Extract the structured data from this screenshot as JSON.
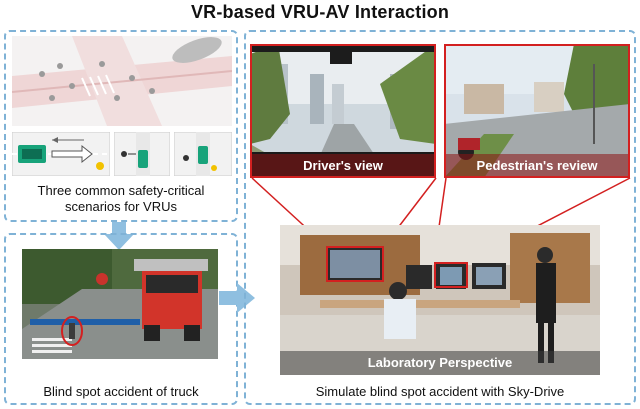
{
  "title": "VR-based VRU-AV Interaction",
  "left_top": {
    "caption_line1": "Three common safety-critical",
    "caption_line2": "scenarios for VRUs"
  },
  "left_bottom": {
    "caption": "Blind spot accident of truck"
  },
  "right": {
    "driver_view_label": "Driver's view",
    "pedestrian_review_label": "Pedestrian's review",
    "lab_label": "Laboratory Perspective",
    "caption": "Simulate blind spot accident with Sky-Drive"
  },
  "colors": {
    "dashed_border": "#7fb2d6",
    "arrow": "#8fbfe0",
    "highlight_box": "#d32020"
  },
  "icons": [
    "down-arrow-icon",
    "right-arrow-icon"
  ]
}
